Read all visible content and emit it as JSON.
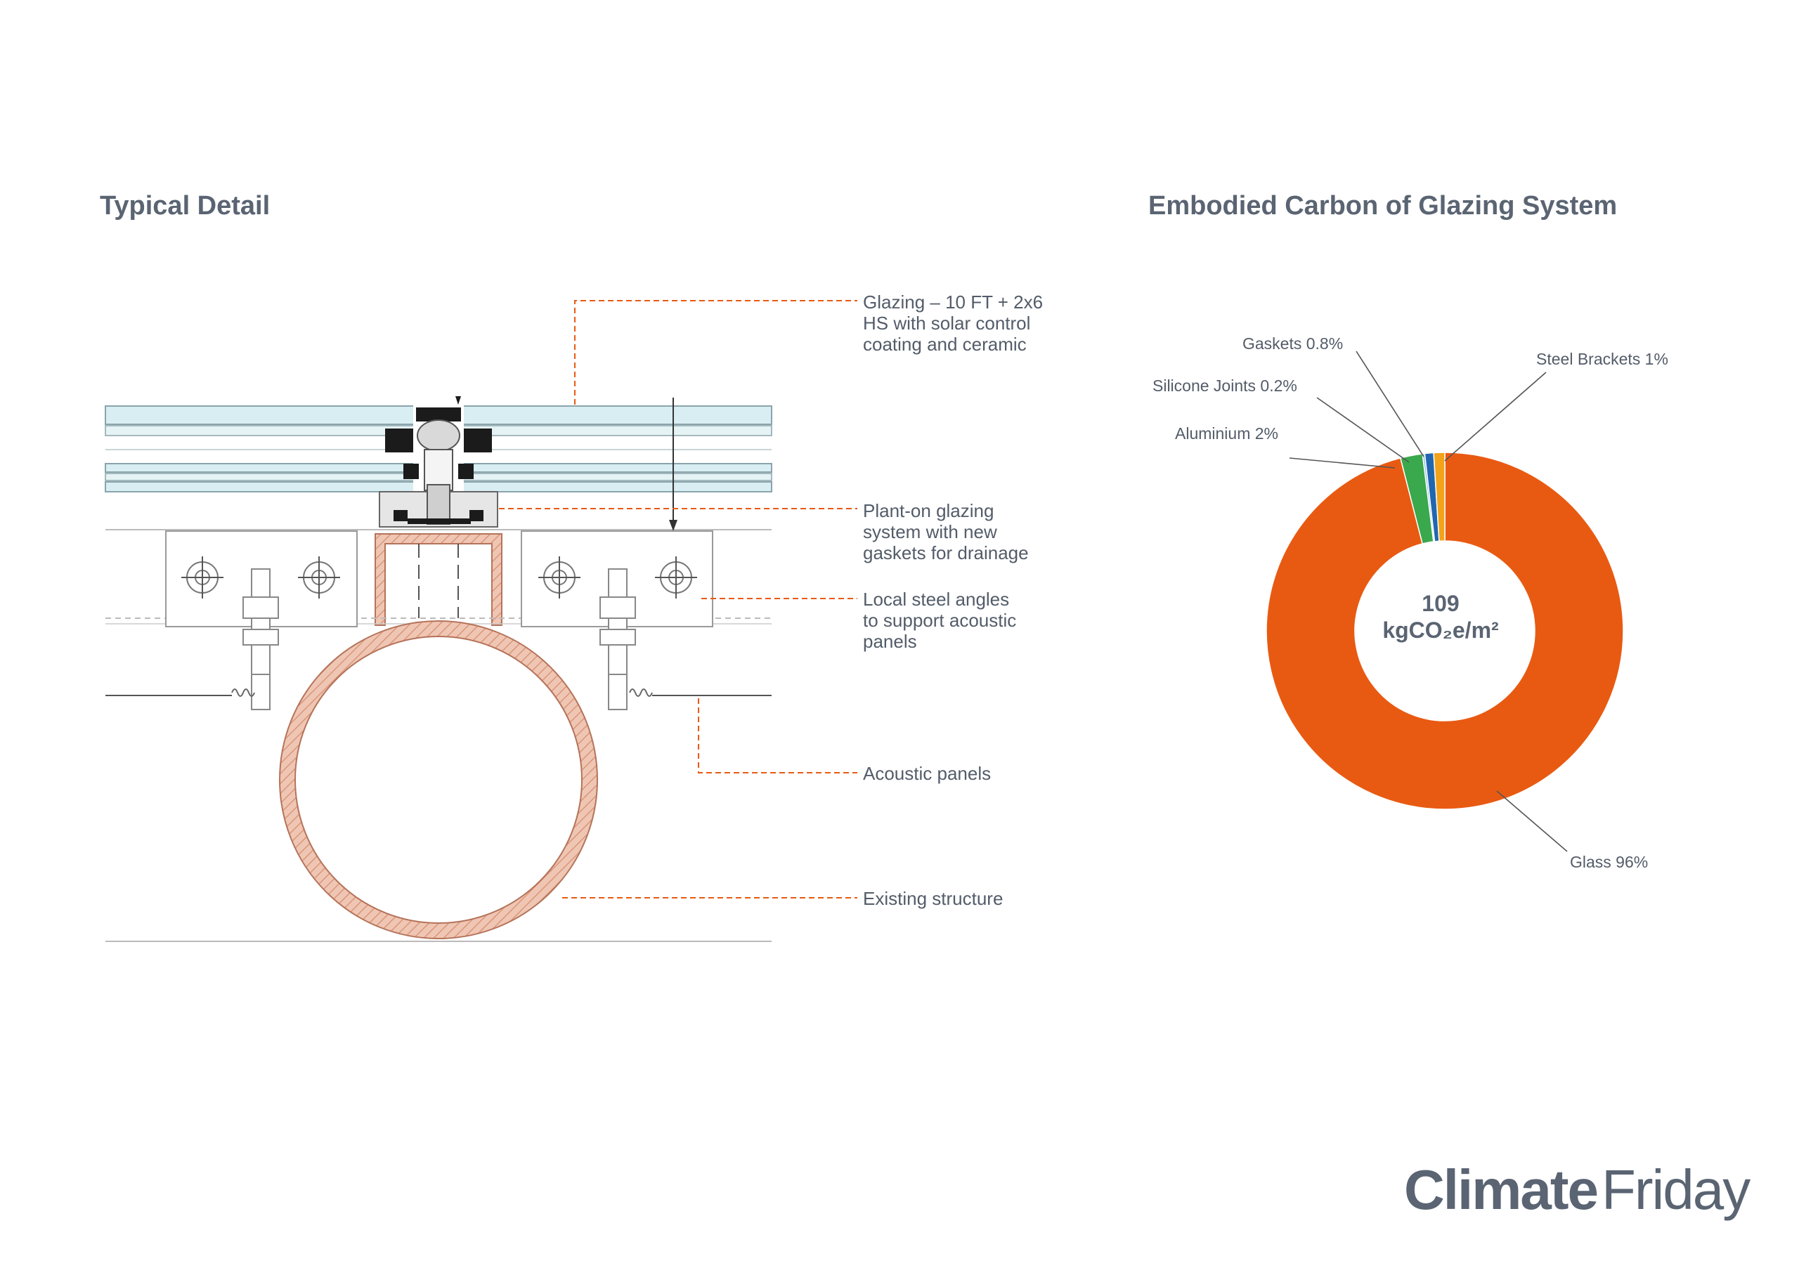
{
  "left_panel": {
    "title": "Typical Detail",
    "callouts": [
      {
        "lines": [
          "Glazing – 10 FT + 2x6",
          "HS with solar control",
          "coating and ceramic"
        ]
      },
      {
        "lines": [
          "Plant-on glazing",
          "system with new",
          "gaskets for drainage"
        ]
      },
      {
        "lines": [
          "Local steel angles",
          "to support acoustic",
          "panels"
        ]
      },
      {
        "lines": [
          "Acoustic panels"
        ]
      },
      {
        "lines": [
          "Existing structure"
        ]
      }
    ]
  },
  "right_panel": {
    "title": "Embodied Carbon of Glazing System",
    "center_value": "109",
    "center_unit": "kgCO₂e/m²"
  },
  "chart_data": {
    "type": "pie",
    "donut": true,
    "title": "Embodied Carbon of Glazing System",
    "slices": [
      {
        "label": "Glass 96%",
        "value": 96,
        "color": "#e85a12"
      },
      {
        "label": "Aluminium 2%",
        "value": 2,
        "color": "#3aa84c"
      },
      {
        "label": "Silicone Joints 0.2%",
        "value": 0.2,
        "color": "#8ec3e6"
      },
      {
        "label": "Gaskets 0.8%",
        "value": 0.8,
        "color": "#2167b0"
      },
      {
        "label": "Steel Brackets 1%",
        "value": 1,
        "color": "#f2a31b"
      }
    ]
  },
  "brand": {
    "bold": "Climate",
    "light": "Friday"
  },
  "colors": {
    "accent": "#e85a12",
    "structure": "#e8b49c",
    "glass": "#d8eef2",
    "text": "#535c69"
  }
}
